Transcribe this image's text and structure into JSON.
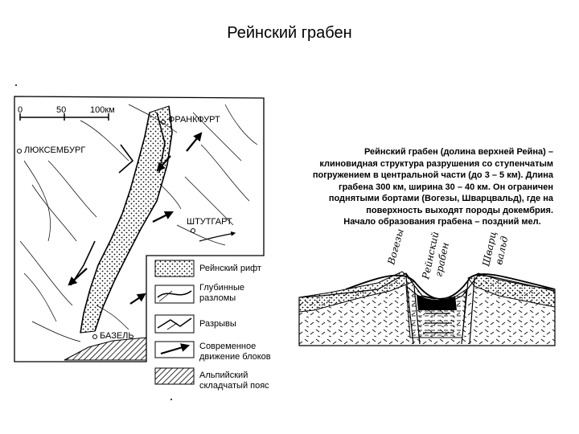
{
  "page": {
    "title": "Рейнский грабен"
  },
  "map": {
    "scale": {
      "zero": "0",
      "mid": "50",
      "end": "100км"
    },
    "cities": {
      "frankfurt": "ФРАНКФУРТ",
      "luxembourg": "ЛЮКСЕМБУРГ",
      "stuttgart": "ШТУТГАРТ",
      "basel": "БАЗЕЛЬ"
    },
    "legend": [
      {
        "id": "rift",
        "label": "Рейнский рифт"
      },
      {
        "id": "deep",
        "label": "Глубинные разломы"
      },
      {
        "id": "breaks",
        "label": "Разрывы"
      },
      {
        "id": "movement",
        "label": "Современное движение блоков"
      },
      {
        "id": "alpine",
        "label": "Альпийский складчатый пояс"
      }
    ]
  },
  "description": {
    "paragraph1": "Рейнский грабен (долина верхней Рейна) – клиновидная структура разрушения со ступенчатым погружением в центральной части (до 3 – 5 км). Длина грабена 300 км, ширина 30 – 40 км. Он ограничен поднятыми бортами (Вогезы, Шварцвальд), где на поверхность выходят породы докембрия.",
    "paragraph2": "Начало образования грабена – поздний мел."
  },
  "section": {
    "vosges": "Вогезы",
    "graben_line1": "Рейнский",
    "graben_line2": "грабен",
    "black_forest_line1": "Шварц",
    "black_forest_line2": "вальд"
  }
}
